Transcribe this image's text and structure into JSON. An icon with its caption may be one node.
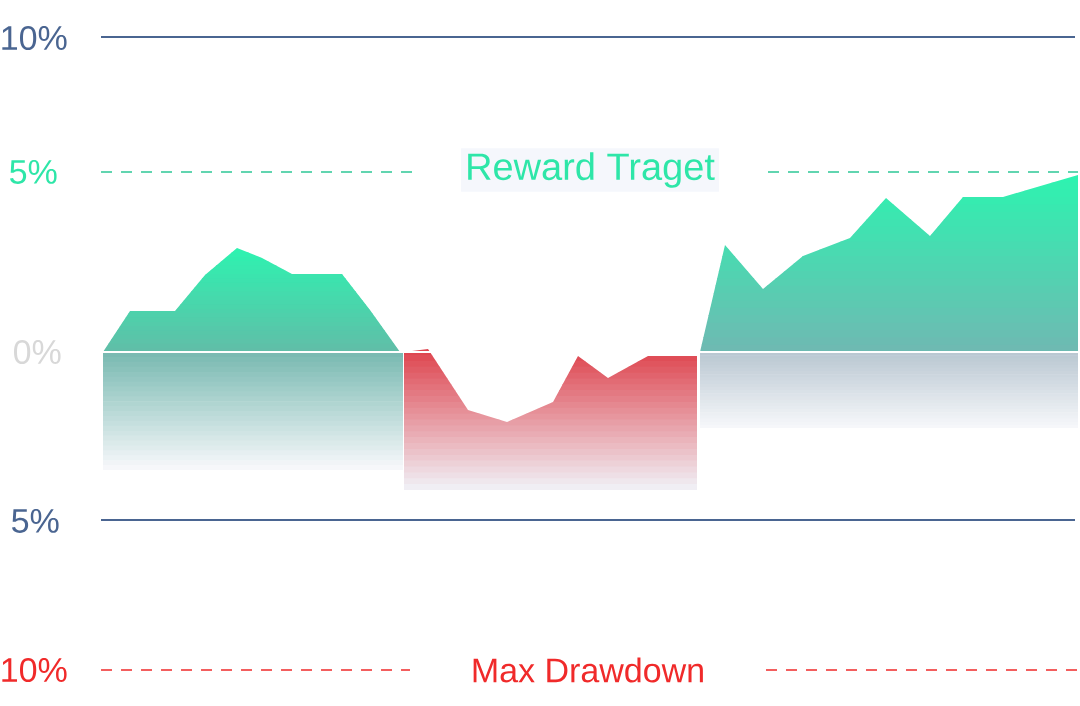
{
  "diagram": {
    "labels": [
      "10%",
      "5%",
      "Reward Traget",
      "0%",
      "5%",
      "10%",
      "Max Drawdown"
    ]
  }
}
